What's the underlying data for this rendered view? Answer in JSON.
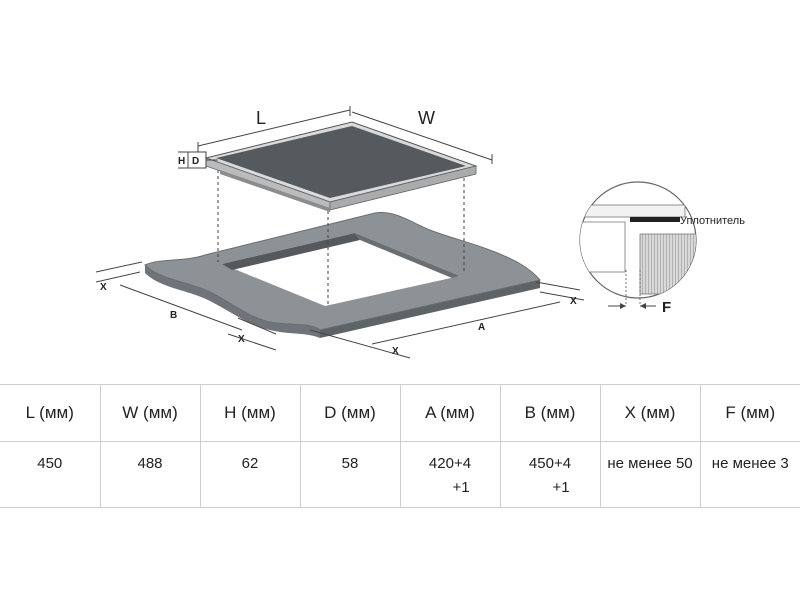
{
  "diagram": {
    "labels": {
      "L": "L",
      "W": "W",
      "H": "H",
      "D": "D",
      "A": "A",
      "B": "B",
      "X": "X",
      "F": "F",
      "seal": "Уплотнитель"
    }
  },
  "table": {
    "headers": [
      "L (мм)",
      "W (мм)",
      "H (мм)",
      "D (мм)",
      "A (мм)",
      "B (мм)",
      "X (мм)",
      "F (мм)"
    ],
    "row": [
      [
        "450"
      ],
      [
        "488"
      ],
      [
        "62"
      ],
      [
        "58"
      ],
      [
        "420+4",
        "+1"
      ],
      [
        "450+4",
        "+1"
      ],
      [
        "не менее 50"
      ],
      [
        "не менее 3"
      ]
    ]
  }
}
